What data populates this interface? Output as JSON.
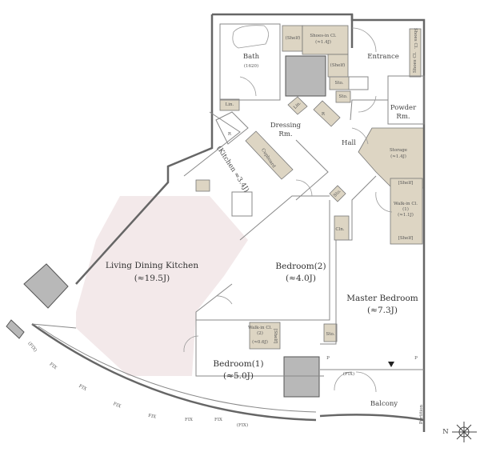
{
  "rooms": {
    "ldk": {
      "name": "Living Dining Kitchen",
      "area": "(≈19.5J)"
    },
    "kitchen": {
      "name": "(Kitchen ≈3.4J)"
    },
    "cupboard": {
      "name": "Cupboard"
    },
    "bedroom1": {
      "name": "Bedroom(1)",
      "area": "(≈5.0J)"
    },
    "bedroom2": {
      "name": "Bedroom(2)",
      "area": "(≈4.0J)"
    },
    "master": {
      "name": "Master Bedroom",
      "area": "(≈7.3J)"
    },
    "bath": {
      "name": "Bath",
      "size": "(1620)"
    },
    "dressing": {
      "name": "Dressing",
      "name2": "Rm."
    },
    "entrance": {
      "name": "Entrance"
    },
    "powder": {
      "name": "Powder",
      "name2": "Rm."
    },
    "hall": {
      "name": "Hall"
    },
    "storage": {
      "name": "Storage",
      "area": "(≈1.4J)"
    },
    "shoes_in": {
      "name": "Shoes-in Cl.",
      "area": "(≈1.4J)"
    },
    "shoes_cl_a": {
      "name": "Shoes Cl."
    },
    "shoes_cl_b": {
      "name": "Shoes Cl."
    },
    "wic1": {
      "name": "Walk-in Cl.",
      "num": "(1)",
      "area": "(≈1.1J)"
    },
    "wic2": {
      "name": "Walk-in Cl.",
      "num": "(2)",
      "area": "(≈0.6J)"
    },
    "balcony": {
      "name": "Balcony"
    }
  },
  "small_labels": {
    "shelf": "(Shelf)",
    "shelf_b": "[Shelf]",
    "sto": "Sto.",
    "lin": "Lin.",
    "cln": "Cln.",
    "p": "P",
    "fix": "FIX",
    "fix_paren": "(FIX)",
    "partition": "Partition",
    "ref": "R"
  },
  "compass": {
    "north": "N"
  },
  "colors": {
    "storage_fill": "#ddd5c3",
    "ldk_floor": "#f3e9ea",
    "shaft": "#b8b8b8",
    "wall": "#666666"
  }
}
